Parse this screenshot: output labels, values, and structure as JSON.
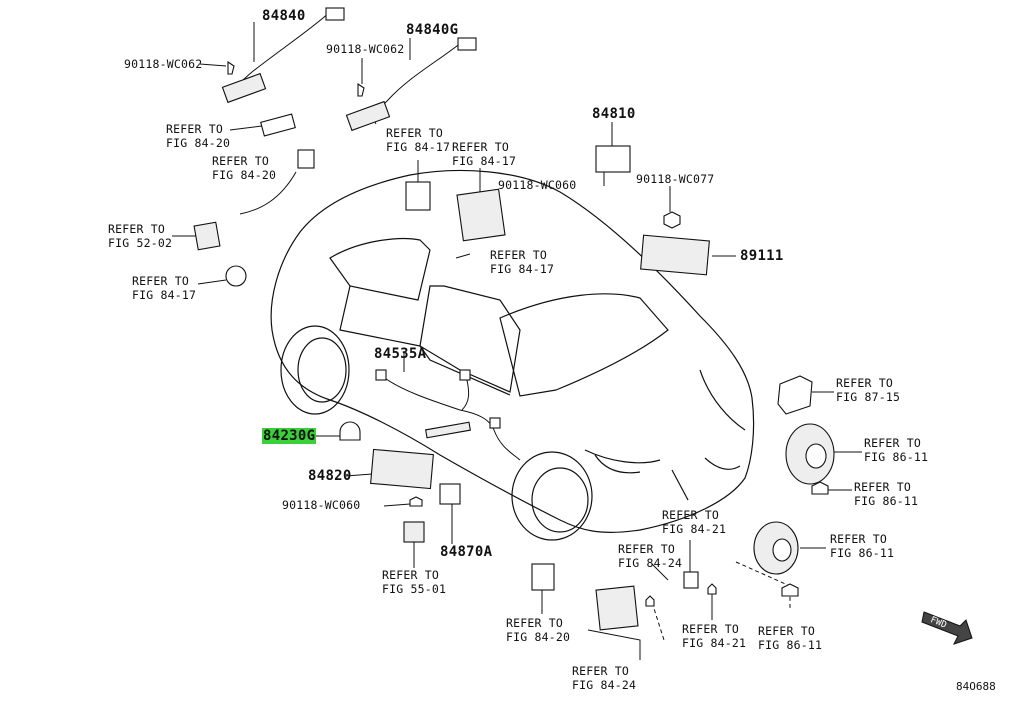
{
  "parts": {
    "p84840": "84840",
    "p84840G": "84840G",
    "p84810": "84810",
    "p89111": "89111",
    "p84535A": "84535A",
    "p84230G": "84230G",
    "p84820": "84820",
    "p84870A": "84870A",
    "bolt_wc062_a": "90118-WC062",
    "bolt_wc062_b": "90118-WC062",
    "bolt_wc060_a": "90118-WC060",
    "bolt_wc077": "90118-WC077",
    "bolt_wc060_b": "90118-WC060"
  },
  "refs": {
    "r1": "REFER TO\nFIG 84-20",
    "r2": "REFER TO\nFIG 84-20",
    "r3": "REFER TO\nFIG 52-02",
    "r4": "REFER TO\nFIG 84-17",
    "r5": "REFER TO\nFIG 84-17",
    "r6": "REFER TO\nFIG 84-17",
    "r7": "REFER TO\nFIG 84-17",
    "r8": "REFER TO\nFIG 87-15",
    "r9": "REFER TO\nFIG 86-11",
    "r10": "REFER TO\nFIG 86-11",
    "r11": "REFER TO\nFIG 86-11",
    "r12": "REFER TO\nFIG 84-21",
    "r13": "REFER TO\nFIG 84-24",
    "r14": "REFER TO\nFIG 55-01",
    "r15": "REFER TO\nFIG 84-20",
    "r16": "REFER TO\nFIG 84-24",
    "r17": "REFER TO\nFIG 84-21",
    "r18": "REFER TO\nFIG 86-11"
  },
  "fwd_label": "FWD",
  "diagram_code": "84O688",
  "colors": {
    "highlight": "#39d039",
    "ink": "#111111"
  }
}
